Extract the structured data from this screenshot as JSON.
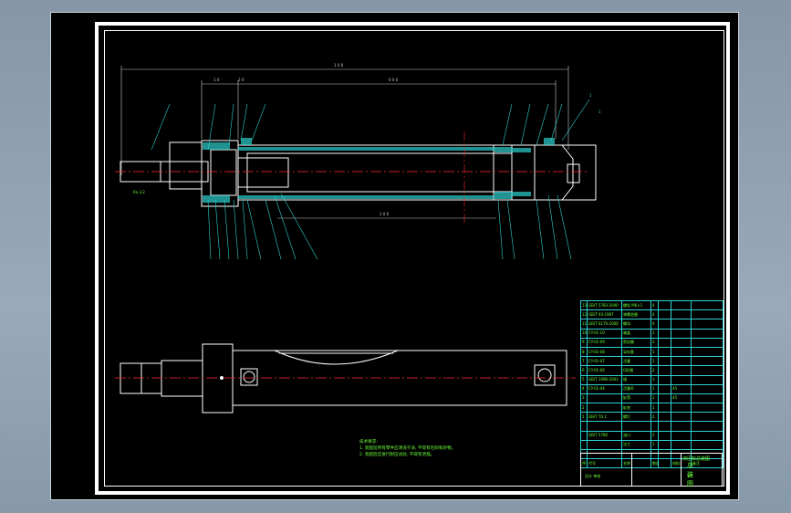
{
  "drawing": {
    "overall_dimension": "1 0 8",
    "dim_left_a": "1 0",
    "dim_left_b": "2 0",
    "dim_mid": "6 0 0",
    "dim_bottom": "1 0 0",
    "balloon_a": "1",
    "balloon_b": "1",
    "surface_finish": "Ra 3.2"
  },
  "parts_list": {
    "rows": [
      [
        "13",
        "GB/T 5783-2000",
        "螺栓 M6×1",
        "4",
        "",
        "",
        ""
      ],
      [
        "12",
        "GB/T 93-1987",
        "弹簧垫圈",
        "4",
        "",
        "",
        ""
      ],
      [
        "11",
        "GB/T 6170-2000",
        "螺母",
        "4",
        "",
        "",
        ""
      ],
      [
        "10",
        "CY-01-10",
        "端盖",
        "1",
        "",
        "",
        ""
      ],
      [
        "9",
        "CY-01-09",
        "密封圈",
        "2",
        "",
        "",
        ""
      ],
      [
        "8",
        "CY-01-08",
        "导向套",
        "1",
        "",
        "",
        ""
      ],
      [
        "7",
        "CY-01-07",
        "活塞",
        "1",
        "",
        "",
        ""
      ],
      [
        "6",
        "CY-01-06",
        "O形圈",
        "2",
        "",
        "",
        ""
      ],
      [
        "5",
        "GB/T 1096-2003",
        "键",
        "1",
        "",
        "",
        ""
      ],
      [
        "4",
        "CY-01-04",
        "活塞杆",
        "1",
        "",
        "45",
        ""
      ],
      [
        "3",
        "",
        "缸筒",
        "1",
        "",
        "45",
        ""
      ],
      [
        "2",
        "",
        "缸底",
        "1",
        "",
        "",
        ""
      ],
      [
        "1",
        "GB/T 70.1",
        "螺钉",
        "2",
        "",
        "",
        ""
      ],
      [
        "",
        "",
        "",
        "",
        "",
        "",
        ""
      ],
      [
        "",
        "GB/T 5780",
        "油口",
        "2",
        "",
        "",
        ""
      ],
      [
        "",
        "",
        "法兰",
        "1",
        "",
        "",
        ""
      ],
      [
        "",
        "",
        "",
        "",
        "",
        "",
        ""
      ],
      [
        "序号",
        "代号",
        "名称",
        "数量",
        "",
        "材料",
        "备注"
      ]
    ]
  },
  "title_block": {
    "drawing_name": "液压缸总装图",
    "sheet_label": "总装图",
    "scale": "1:1",
    "signature_label": "设计 审核"
  },
  "notes": {
    "heading": "技术要求:",
    "line1": "1. 装配前所有零件应清洗干净, 不得有毛刺和杂物。",
    "line2": "2. 装配后应进行耐压试验, 不得有泄漏。"
  }
}
